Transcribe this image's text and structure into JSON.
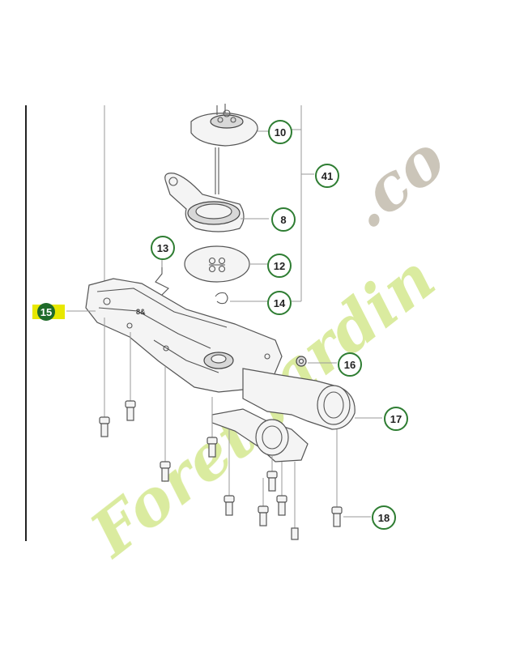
{
  "watermark": {
    "text_main": "Foret",
    "text_second": "Jardin",
    "text_tail": ".co",
    "color_green": "#d9ea9a",
    "color_orange": "#f7c98a",
    "color_grey": "#c9c2b6"
  },
  "colors": {
    "callout_stroke": "#2e7d32",
    "highlight_fill": "#e8e800",
    "highlight_badge": "#1f6b2a"
  },
  "callouts": [
    {
      "label": "10"
    },
    {
      "label": "41"
    },
    {
      "label": "8"
    },
    {
      "label": "13"
    },
    {
      "label": "12"
    },
    {
      "label": "14"
    },
    {
      "label": "15"
    },
    {
      "label": "16"
    },
    {
      "label": "17"
    },
    {
      "label": "18"
    }
  ]
}
